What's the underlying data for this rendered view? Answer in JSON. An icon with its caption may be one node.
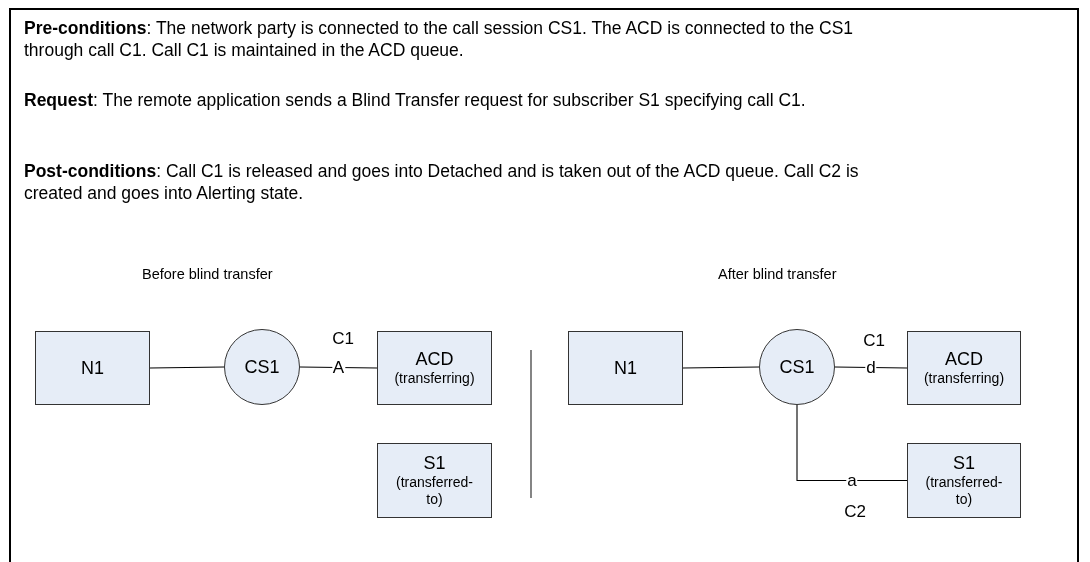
{
  "diagram": {
    "nodes": [
      {
        "text": [
          "N1"
        ]
      },
      {
        "text": [
          "CS1"
        ]
      },
      {
        "text": [
          "ACD",
          "(transferring)"
        ]
      },
      {
        "text": [
          "S1",
          "(transferred-to)"
        ]
      },
      {
        "text": [
          "N1"
        ]
      },
      {
        "text": [
          "CS1"
        ]
      },
      {
        "text": [
          "ACD",
          "(transferring)"
        ]
      },
      {
        "text": [
          "S1",
          "(transferred-to)"
        ]
      }
    ],
    "edges": [
      {
        "from": 0,
        "to": 1,
        "arrow": "none"
      },
      {
        "from": 1,
        "to": 2,
        "arrow": "none",
        "label": "A"
      },
      {
        "from": 4,
        "to": 5,
        "arrow": "none"
      },
      {
        "from": 5,
        "to": 6,
        "arrow": "none",
        "label": "d"
      },
      {
        "from": 5,
        "to": 7,
        "arrow": "none",
        "label": "a"
      }
    ],
    "labels": [
      "**Pre-conditions**: The network party is connected to the call session CS1. The ACD is connected to the CS1 through call C1. Call C1 is maintained in the ACD queue.",
      "**Request**: The remote application sends a Blind Transfer request for subscriber S1 specifying call C1.",
      "**Post-conditions**: Call C1 is released and goes into Detached and is taken out of the ACD queue. Call C2 is created and goes into Alerting state.",
      "Before blind transfer",
      "After blind transfer",
      "C1",
      "C1",
      "C2"
    ]
  }
}
